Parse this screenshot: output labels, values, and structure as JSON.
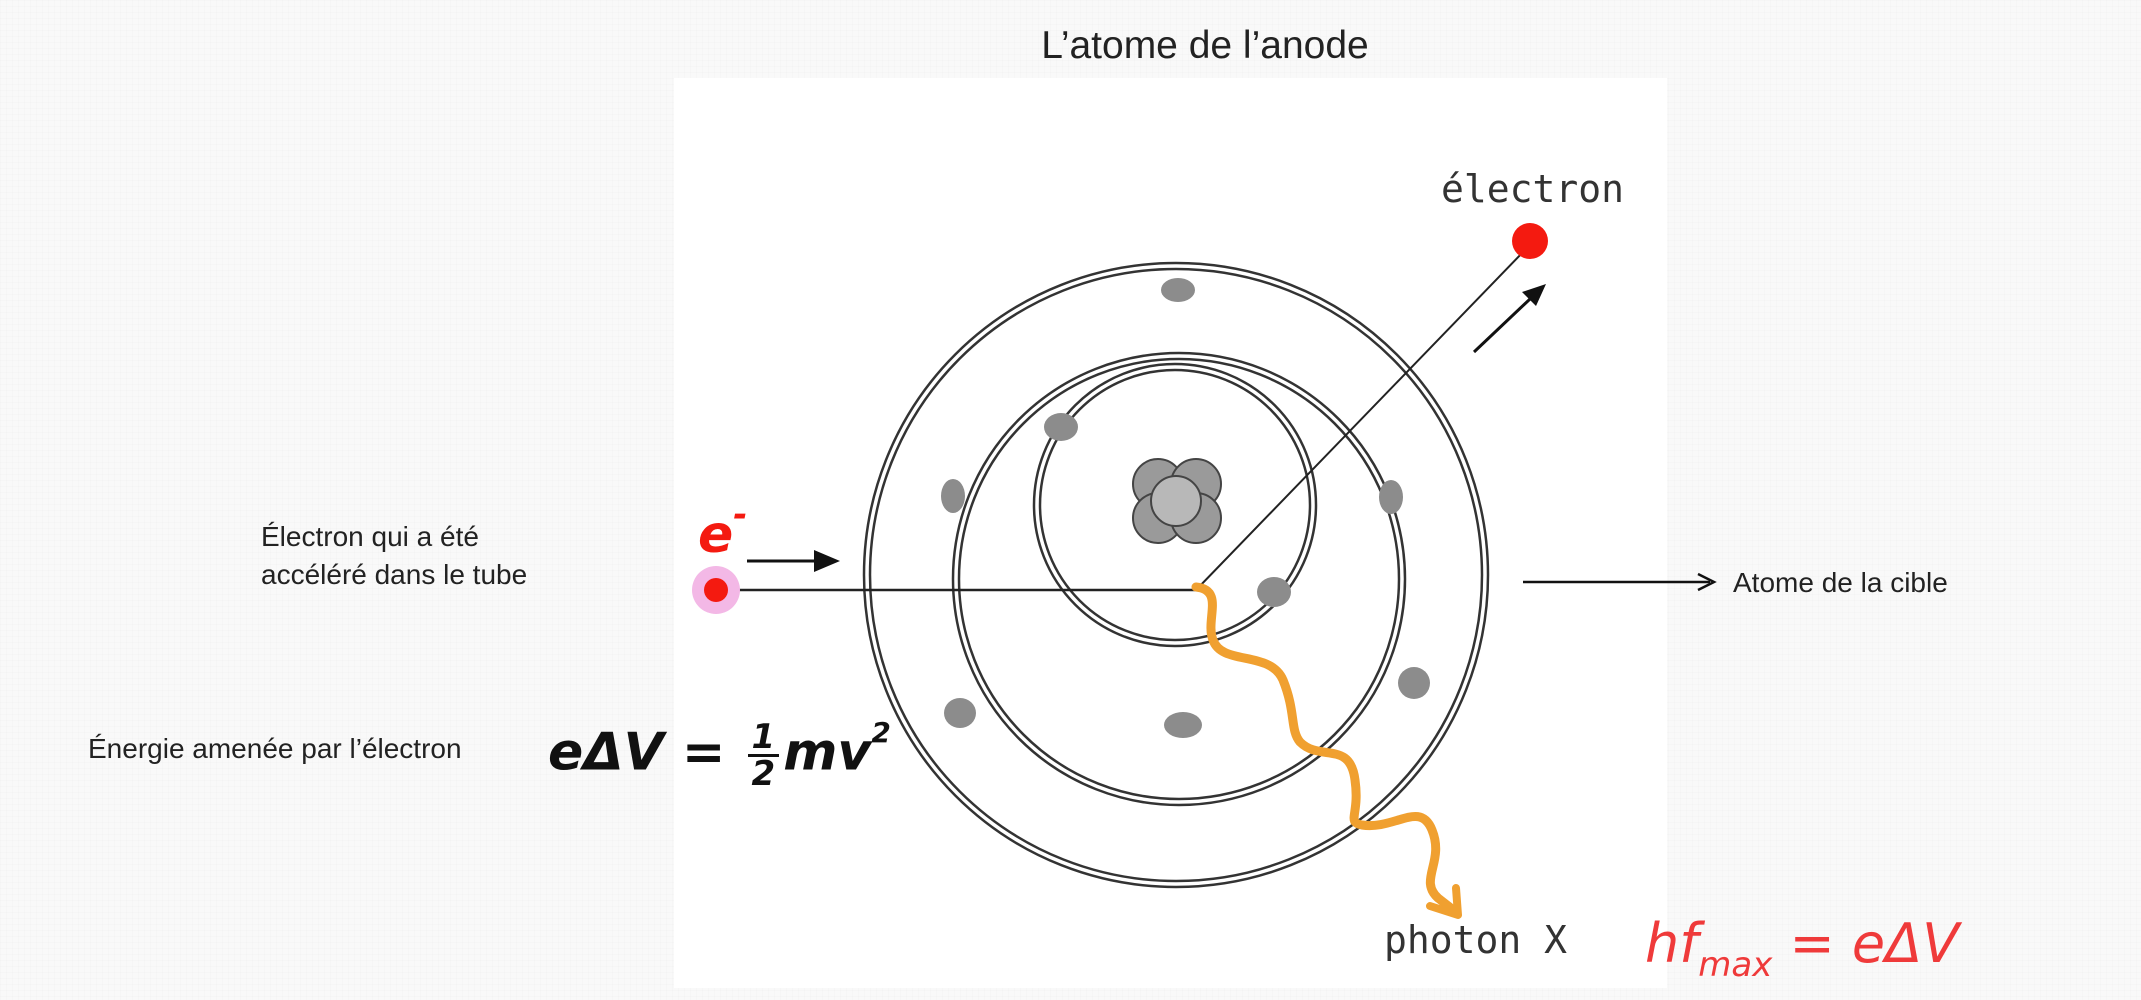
{
  "title": "L’atome de l’anode",
  "labels": {
    "electron_out": "électron",
    "incoming_line1": "Électron qui a été",
    "incoming_line2": "accéléré dans le tube",
    "energy": "Énergie amenée par l’électron",
    "target_atom": "Atome de la cible",
    "photon": "photon X"
  },
  "handwritten": {
    "e_minus_base": "e",
    "e_minus_sup": "-",
    "energy_lhs": "eΔV =",
    "frac_num": "1",
    "frac_den": "2",
    "energy_rhs": "mv",
    "energy_exp": "2",
    "photon_h": "hf",
    "photon_sub": "max",
    "photon_rhs": "= eΔV"
  },
  "colors": {
    "electron": "#f41a10",
    "electron_glow": "#f3b8e6",
    "photon_wave": "#f0a030",
    "annotation_red": "#ef3a3a",
    "orbit": "#333333",
    "bound_electron": "#8c8c8c",
    "nucleus": "#9a9a9a"
  }
}
